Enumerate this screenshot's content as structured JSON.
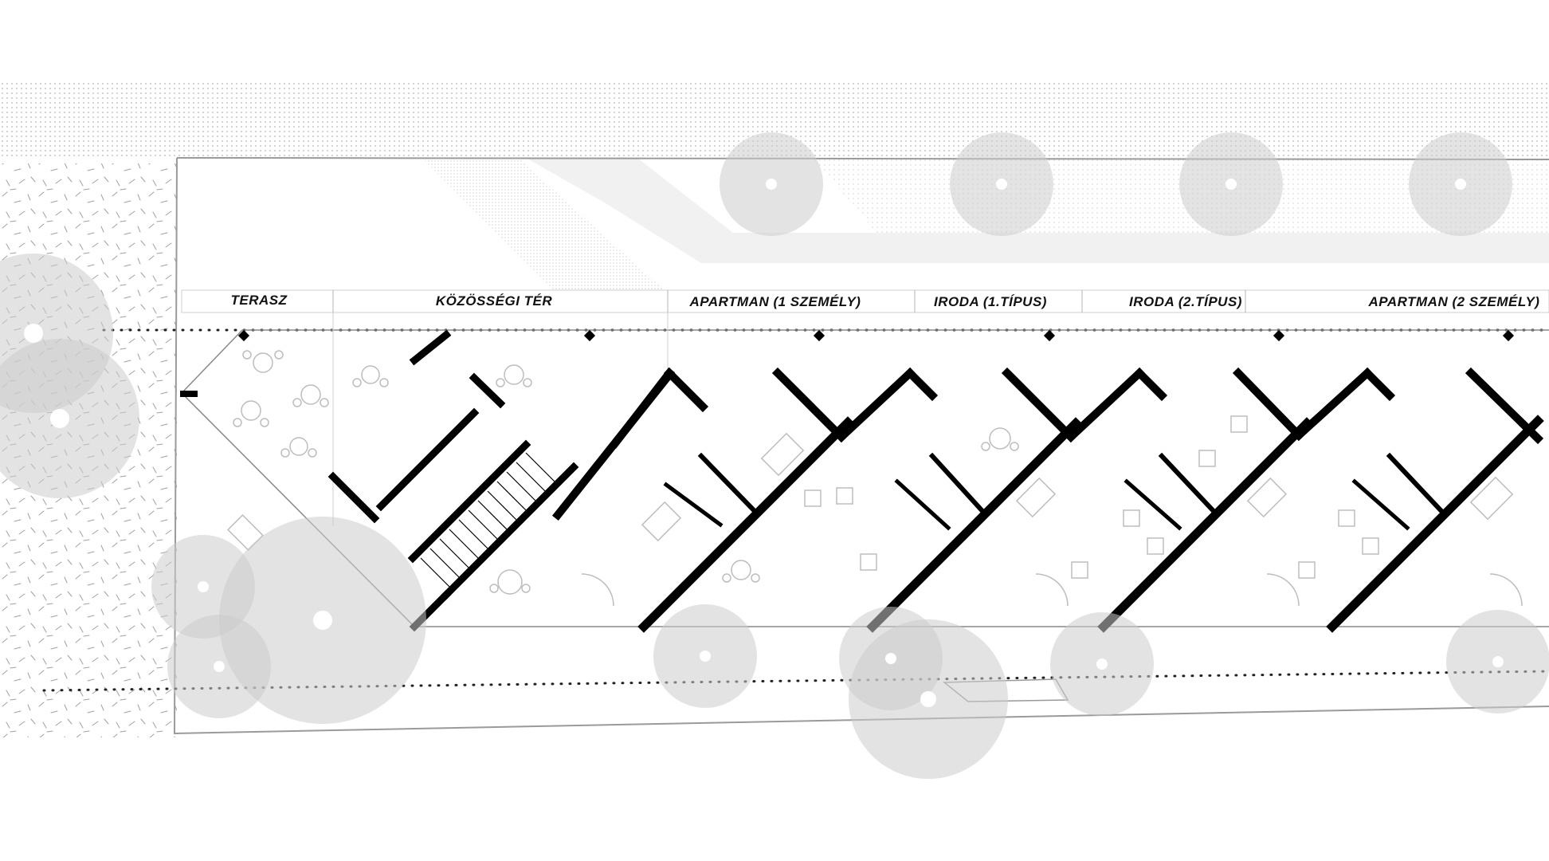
{
  "zones": [
    {
      "label": "TERASZ"
    },
    {
      "label": "KÖZÖSSÉGI TÉR"
    },
    {
      "label": "APARTMAN (1 SZEMÉLY)"
    },
    {
      "label": "IRODA (1.TÍPUS)"
    },
    {
      "label": "IRODA (2.TÍPUS)"
    },
    {
      "label": "APARTMAN (2 SZEMÉLY)"
    }
  ],
  "colors": {
    "wall": "#000000",
    "tree_canopy": "#cccccc",
    "hatch": "#9a9a9a",
    "line": "#b0b0b0",
    "label": "#111111"
  }
}
